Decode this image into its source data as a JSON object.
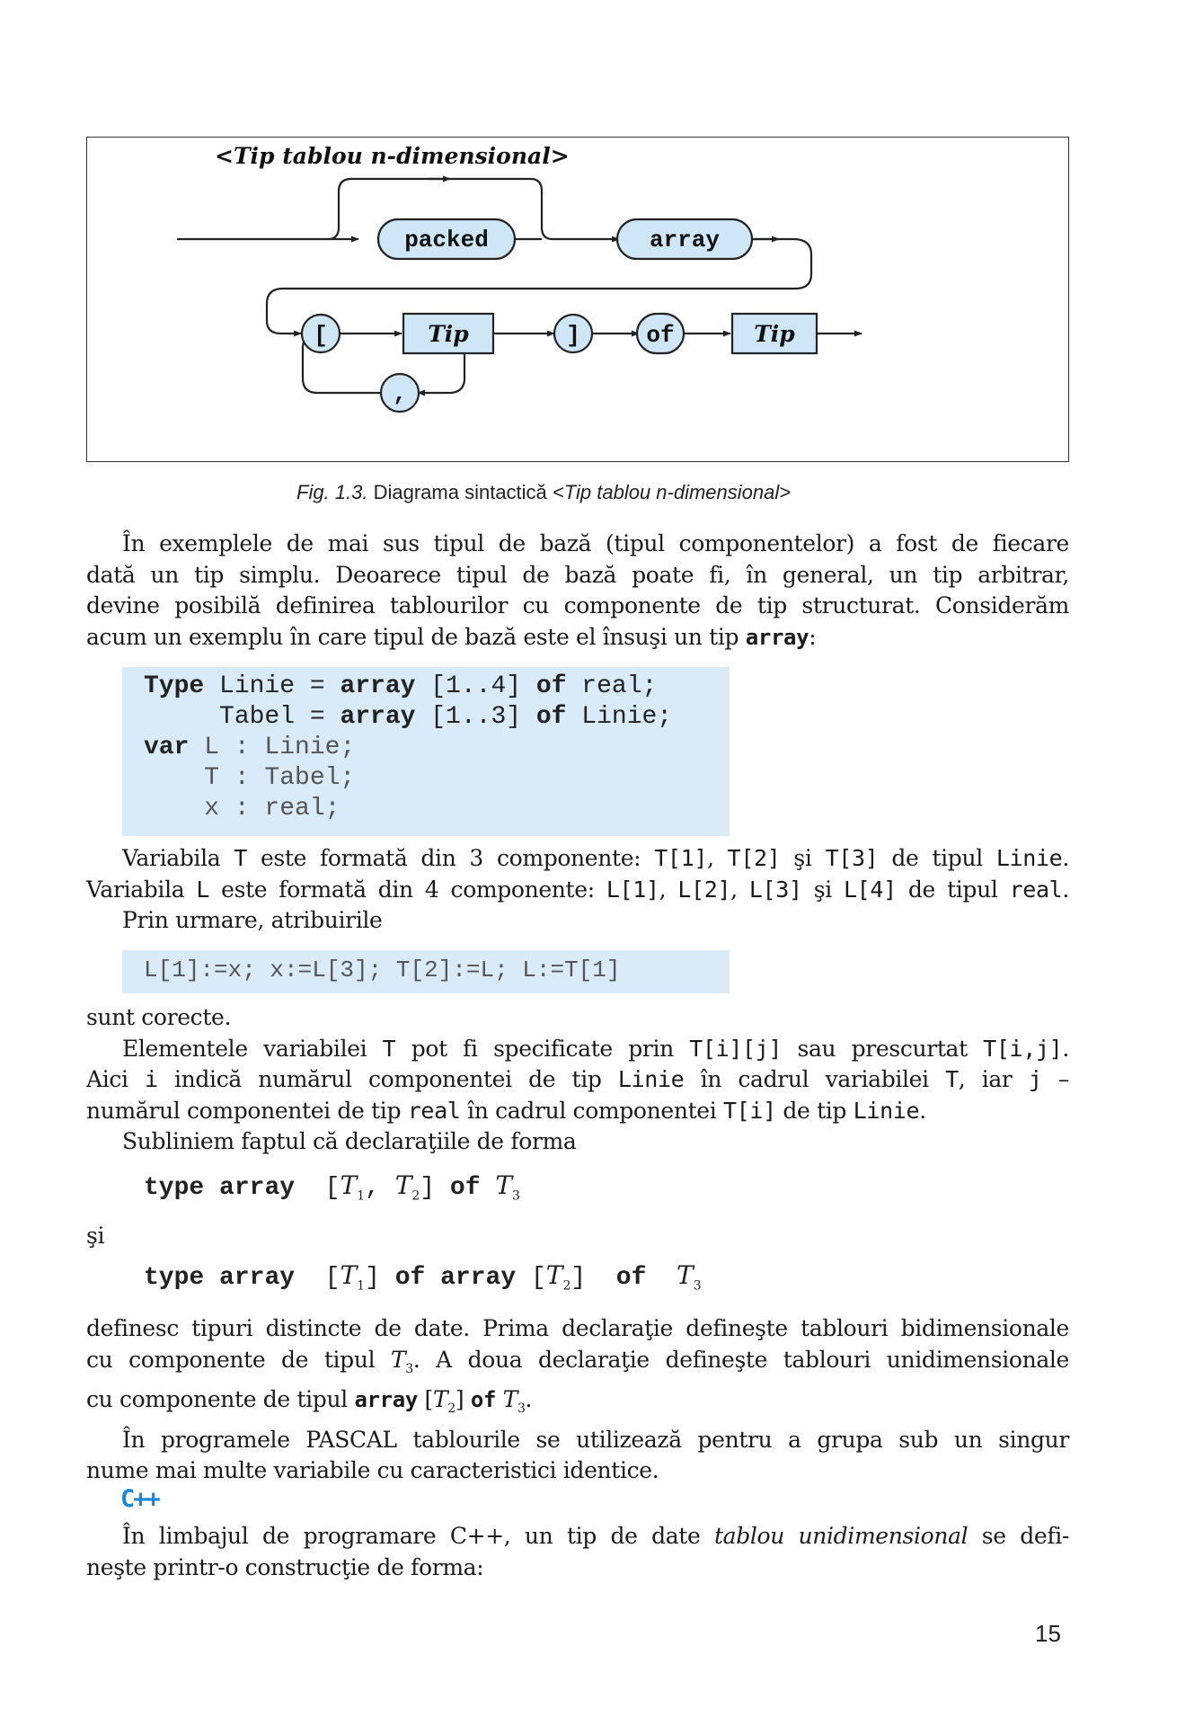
{
  "diagram": {
    "title": "<Tip tablou n-dimensional>",
    "nodes": {
      "packed": "packed",
      "array": "array",
      "open_bracket": "[",
      "tip1": "Tip",
      "close_bracket": "]",
      "of": "of",
      "tip2": "Tip",
      "comma": ","
    }
  },
  "caption": {
    "label": "Fig. 1.3.",
    "text": " Diagrama sintactică ",
    "term": "<Tip tablou n-dimensional>"
  },
  "paragraph1": {
    "l1": "În exemplele de mai sus tipul de bază (tipul componentelor) a fost de fiecare",
    "l2": "dată un tip simplu. Deoarece tipul de bază poate fi, în general, un tip arbitrar,",
    "l3": "devine posibilă definirea tablourilor cu componente de tip structurat. Considerăm",
    "l4a": "acum un exemplu în care tipul de bază este el însuşi un tip ",
    "l4kw": "array",
    "l4b": ":"
  },
  "code1": {
    "line1": {
      "kw": "Type",
      "a": " Linie = ",
      "kw2": "array",
      "b": " [1..4] ",
      "kw3": "of",
      "c": " real;"
    },
    "line2": {
      "a": "     Tabel = ",
      "kw2": "array",
      "b": " [1..3] ",
      "kw3": "of",
      "c": " Linie;"
    },
    "line3": {
      "kw": "var",
      "c": " L : Linie;"
    },
    "line4": {
      "c": "    T : Tabel;"
    },
    "line5": {
      "c": "    x : real;"
    }
  },
  "paragraph2": {
    "l1": [
      "Variabila ",
      "T",
      " este formată din 3 componente: ",
      "T[1]",
      ", ",
      "T[2]",
      " şi ",
      "T[3]",
      " de tipul ",
      "Linie",
      "."
    ],
    "l2": [
      "Variabila ",
      "L",
      " este formată din 4 componente: ",
      "L[1]",
      ", ",
      "L[2]",
      ", ",
      "L[3]",
      " şi ",
      "L[4]",
      " de tipul ",
      "real",
      "."
    ],
    "l3": "Prin urmare, atribuirile"
  },
  "code2": "L[1]:=x; x:=L[3]; T[2]:=L; L:=T[1]",
  "paragraph3": {
    "l1": "sunt corecte.",
    "l2": [
      "Elementele variabilei ",
      "T",
      " pot fi specificate prin ",
      "T[i][j]",
      " sau prescurtat ",
      "T[i,j]",
      "."
    ],
    "l3": [
      "Aici ",
      "i",
      " indică numărul componentei de tip ",
      "Linie",
      " în cadrul variabilei ",
      "T",
      ", iar ",
      "j",
      " –"
    ],
    "l4": [
      "numărul componentei de tip ",
      "real",
      " în cadrul componentei ",
      "T[i]",
      " de tip ",
      "Linie",
      "."
    ],
    "l5": "Subliniem faptul că declaraţiile de forma"
  },
  "decl1": {
    "kw1": "type",
    "kw2": "array",
    "open": "[",
    "t1": "T",
    "s1": "1",
    "sep": ", ",
    "t2": "T",
    "s2": "2",
    "close": "]",
    "kw3": "of",
    "t3": "T",
    "s3": "3"
  },
  "si": "şi",
  "decl2": {
    "kw1": "type",
    "kw2": "array",
    "open": "[",
    "t1": "T",
    "s1": "1",
    "close": "]",
    "kw3": "of",
    "kw4": "array",
    "open2": "[",
    "t2": "T",
    "s2": "2",
    "close2": "]",
    "kw5": "of",
    "t3": "T",
    "s3": "3"
  },
  "paragraph4": {
    "l1": "definesc tipuri distincte de date. Prima declaraţie defineşte tablouri bidimensionale",
    "l2a": "cu componente de tipul ",
    "l2t": "T",
    "l2s": "3",
    "l2b": ". A doua declaraţie defineşte tablouri unidimensionale",
    "l3a": "cu componente de tipul ",
    "l3kw": "array",
    "l3o": " [",
    "l3t": "T",
    "l3s": "2",
    "l3c": "] ",
    "l3kw2": "of",
    "l3t2": " T",
    "l3s2": "3",
    "l3e": ".",
    "l4": "În programele PASCAL tablourile se utilizează pentru a grupa sub un singur",
    "l5": "nume mai multe variabile cu caracteristici identice."
  },
  "cpp_icon": "C++",
  "paragraph5": {
    "l1a": "În limbajul de programare C++, un tip de date ",
    "l1i": "tablou unidimensional",
    "l1b": " se defi-",
    "l2": "neşte printr-o construcţie de forma:"
  },
  "page_number": "15",
  "colors": {
    "node_fill": "#cfe6f7",
    "code_bg": "#d9ebf9",
    "cpp_accent": "#1a87d8"
  }
}
